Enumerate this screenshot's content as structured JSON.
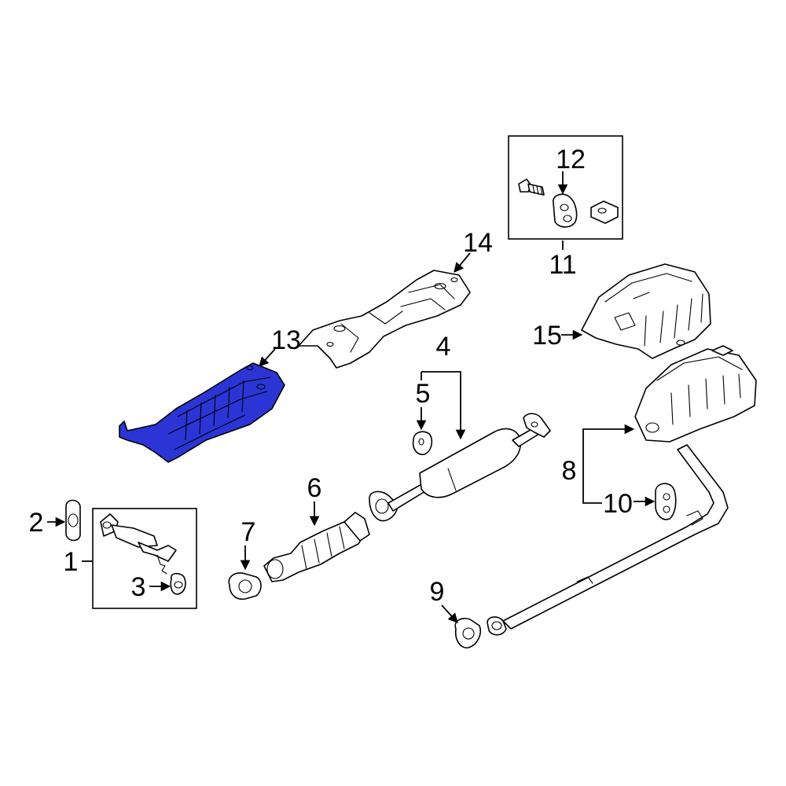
{
  "diagram": {
    "highlight_color": "#2b35d6",
    "highlighted_part": "13",
    "callouts": {
      "c1": "1",
      "c2": "2",
      "c3": "3",
      "c4": "4",
      "c5": "5",
      "c6": "6",
      "c7": "7",
      "c8": "8",
      "c9": "9",
      "c10": "10",
      "c11": "11",
      "c12": "12",
      "c13": "13",
      "c14": "14",
      "c15": "15"
    }
  }
}
